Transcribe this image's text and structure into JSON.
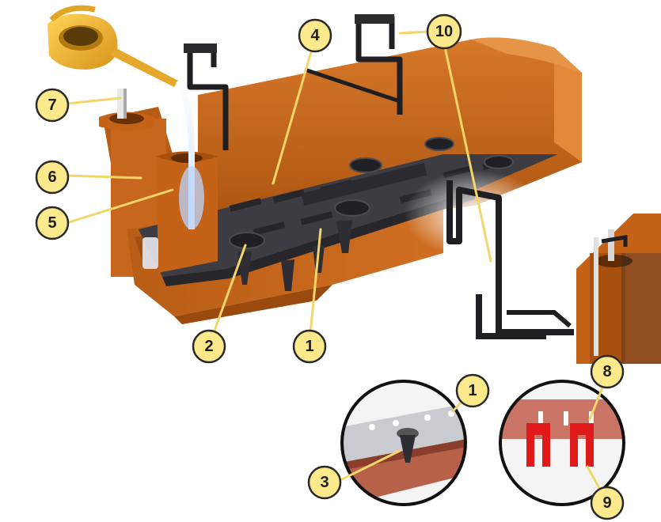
{
  "diagram": {
    "colors": {
      "planter_orange": "#c8671c",
      "planter_dark": "#8f4510",
      "tray_black": "#3c3c42",
      "bracket_black": "#1f1f23",
      "callout_fill": "#fbe98c",
      "leader_yellow": "#f3d66a",
      "can_yellow": "#f0b62a"
    },
    "callouts": [
      {
        "id": "c1",
        "label": "1"
      },
      {
        "id": "c2",
        "label": "2"
      },
      {
        "id": "c3",
        "label": "3"
      },
      {
        "id": "c4",
        "label": "4"
      },
      {
        "id": "c5",
        "label": "5"
      },
      {
        "id": "c6",
        "label": "6"
      },
      {
        "id": "c7",
        "label": "7"
      },
      {
        "id": "c8",
        "label": "8"
      },
      {
        "id": "c9",
        "label": "9"
      },
      {
        "id": "c10",
        "label": "10"
      },
      {
        "id": "c1b",
        "label": "1"
      }
    ]
  }
}
